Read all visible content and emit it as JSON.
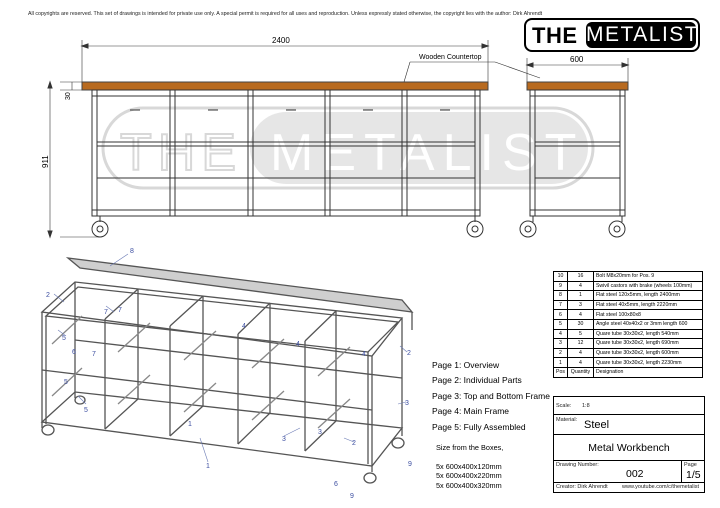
{
  "copyright": "All copyrights are reserved. This set of drawings is intended for private use only. A special permit is required for all uses and reproduction. Unless expressly stated otherwise, the copyright lies with the author: Dirk Ahrendt",
  "logo": {
    "the": "THE",
    "metalist": "METALIST"
  },
  "watermark": {
    "the": "THE",
    "metalist": "METALIST"
  },
  "dimensions": {
    "width": "2400",
    "depth": "600",
    "height": "911",
    "top_thickness": "30",
    "countertop_callout": "Wooden Countertop"
  },
  "iso_labels": [
    "8",
    "2",
    "7",
    "7",
    "6",
    "5",
    "5",
    "7",
    "5",
    "4",
    "4",
    "4",
    "2",
    "1",
    "3",
    "3",
    "2",
    "3",
    "1",
    "9",
    "6",
    "9"
  ],
  "pages": [
    "Page 1: Overview",
    "Page 2: Individual Parts",
    "Page 3: Top and Bottom Frame",
    "Page 4: Main Frame",
    "Page 5: Fully Assembled"
  ],
  "boxes": {
    "heading": "Size from the Boxes,",
    "items": [
      "5x  600x400x120mm",
      "5x  600x400x220mm",
      "5x  600x400x320mm"
    ]
  },
  "parts_table": {
    "rows": [
      {
        "pos": "10",
        "qty": "16",
        "designation": "Bolt M8x20mm for Pos. 9"
      },
      {
        "pos": "9",
        "qty": "4",
        "designation": "Swivil castors with brake (wheels 100mm)"
      },
      {
        "pos": "8",
        "qty": "1",
        "designation": "Flat steel 120x5mm, length 2400mm"
      },
      {
        "pos": "7",
        "qty": "3",
        "designation": "Flat steel 40x5mm, length 2220mm"
      },
      {
        "pos": "6",
        "qty": "4",
        "designation": "Flat steel 100x80x8"
      },
      {
        "pos": "5",
        "qty": "30",
        "designation": "Angle steel 40x40x2 or 3mm length 600"
      },
      {
        "pos": "4",
        "qty": "5",
        "designation": "Quare tube 30x30x2, length 540mm"
      },
      {
        "pos": "3",
        "qty": "12",
        "designation": "Quare tube 30x30x2, length 690mm"
      },
      {
        "pos": "2",
        "qty": "4",
        "designation": "Quare tube 30x30x2, length 600mm"
      },
      {
        "pos": "1",
        "qty": "4",
        "designation": " Quare tube 30x30x2, length 2230mm"
      }
    ],
    "header": {
      "pos": "Pos",
      "qty": "Quantity",
      "designation": "Designation"
    }
  },
  "title_block": {
    "scale_label": "Scale:",
    "scale_value": "1:8",
    "material_label": "Material:",
    "material_value": "Steel",
    "title": "Metal Workbench",
    "drawing_number_label": "Drawing Number:",
    "drawing_number": "002",
    "page_label": "Page",
    "page_value": "1/5",
    "creator": "Creator:  Dirk Ahrendt",
    "website": "www.youtube.com/c/themetalist"
  }
}
